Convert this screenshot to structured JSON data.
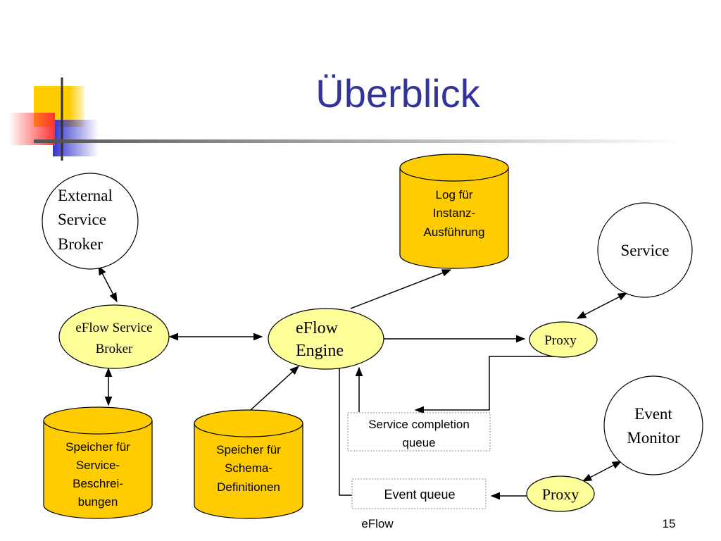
{
  "slide": {
    "title": "Überblick",
    "footer_center": "eFlow",
    "page_number": "15"
  },
  "nodes": {
    "external_broker": [
      "External",
      "Service",
      "Broker"
    ],
    "eflow_service_broker": [
      "eFlow Service",
      "Broker"
    ],
    "eflow_engine": [
      "eFlow",
      "Engine"
    ],
    "service": [
      "Service"
    ],
    "proxy_top": [
      "Proxy"
    ],
    "event_monitor": [
      "Event",
      "Monitor"
    ],
    "proxy_bottom": [
      "Proxy"
    ],
    "log_store": [
      "Log für",
      "Instanz-",
      "Ausführung"
    ],
    "service_descr_store": [
      "Speicher für",
      "Service-",
      "Beschrei-",
      "bungen"
    ],
    "schema_store": [
      "Speicher für",
      "Schema-",
      "Definitionen"
    ],
    "service_completion_queue": [
      "Service completion",
      "queue"
    ],
    "event_queue": [
      "Event queue"
    ]
  },
  "colors": {
    "title": "#333399",
    "ellipse_fill": "#ffff99",
    "cylinder_fill": "#ffcc00",
    "deco_yellow": "#ffcc00",
    "deco_red": "#ff3333",
    "deco_blue": "#3333cc"
  }
}
